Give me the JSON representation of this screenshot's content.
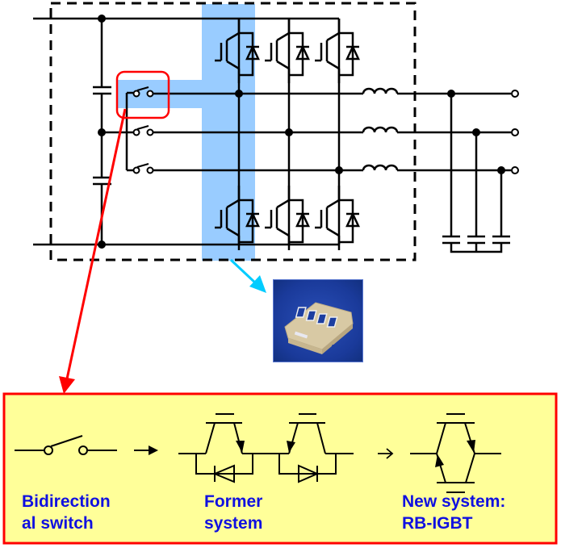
{
  "diagram": {
    "title": "Three-phase inverter with bidirectional switches and RB-IGBT replacement",
    "colors": {
      "highlight_blue": "#99ccff",
      "callout_red": "#ff0000",
      "pointer_cyan": "#00ccff",
      "panel_yellow": "#ffff99",
      "label_blue": "#1010e0"
    },
    "circuit": {
      "components": [
        "dc-bus-capacitor-upper",
        "dc-bus-capacitor-lower",
        "bidirectional-switch-1",
        "bidirectional-switch-2",
        "bidirectional-switch-3",
        "igbt-leg-1",
        "igbt-leg-2",
        "igbt-leg-3",
        "inductor-1",
        "inductor-2",
        "inductor-3",
        "filter-capacitor-1",
        "filter-capacitor-2",
        "filter-capacitor-3",
        "output-terminal-1",
        "output-terminal-2",
        "output-terminal-3"
      ]
    },
    "module_photo": {
      "alt": "IGBT power module photo"
    },
    "panel": {
      "labels": {
        "bidirectional_line1": "Bidirection",
        "bidirectional_line2": "al switch",
        "former_line1": "Former",
        "former_line2": "system",
        "new_line1": "New system:",
        "new_line2": "RB-IGBT"
      }
    }
  }
}
